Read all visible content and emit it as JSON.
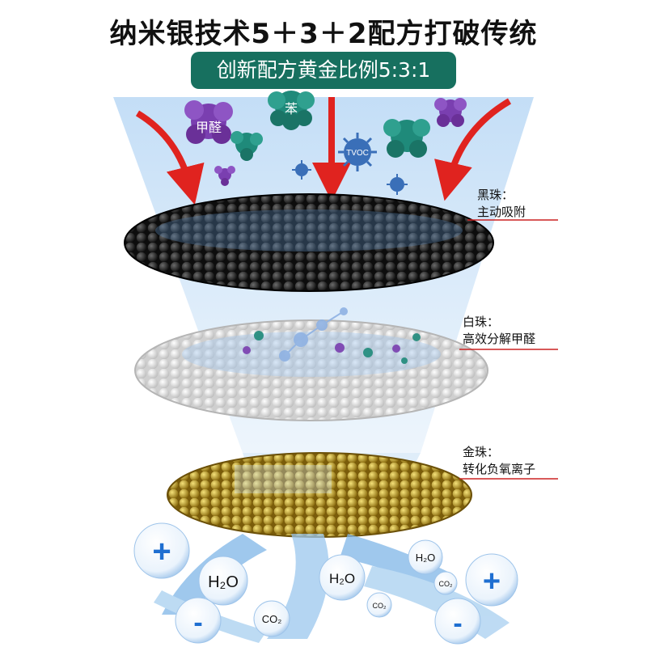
{
  "header": {
    "title": "纳米银技术5＋3＋2配方打破传统",
    "subtitle": "创新配方黄金比例5:3:1"
  },
  "pollutants": {
    "formaldehyde": "甲醛",
    "benzene": "苯",
    "tvoc": "TVOC"
  },
  "layers": [
    {
      "name": "黑珠：",
      "function": "主动吸附",
      "color": "#1a1a1a"
    },
    {
      "name": "白珠：",
      "function": "高效分解甲醛",
      "color": "#e6e6e6"
    },
    {
      "name": "金珠：",
      "function": "转化负氧离子",
      "color": "#c9a227"
    }
  ],
  "products": {
    "h2o": "H₂O",
    "co2": "CO₂",
    "plus": "+",
    "minus": "-"
  },
  "colors": {
    "accent": "#17705f",
    "arrow": "#e0231f",
    "leader_line": "#cc2222"
  }
}
